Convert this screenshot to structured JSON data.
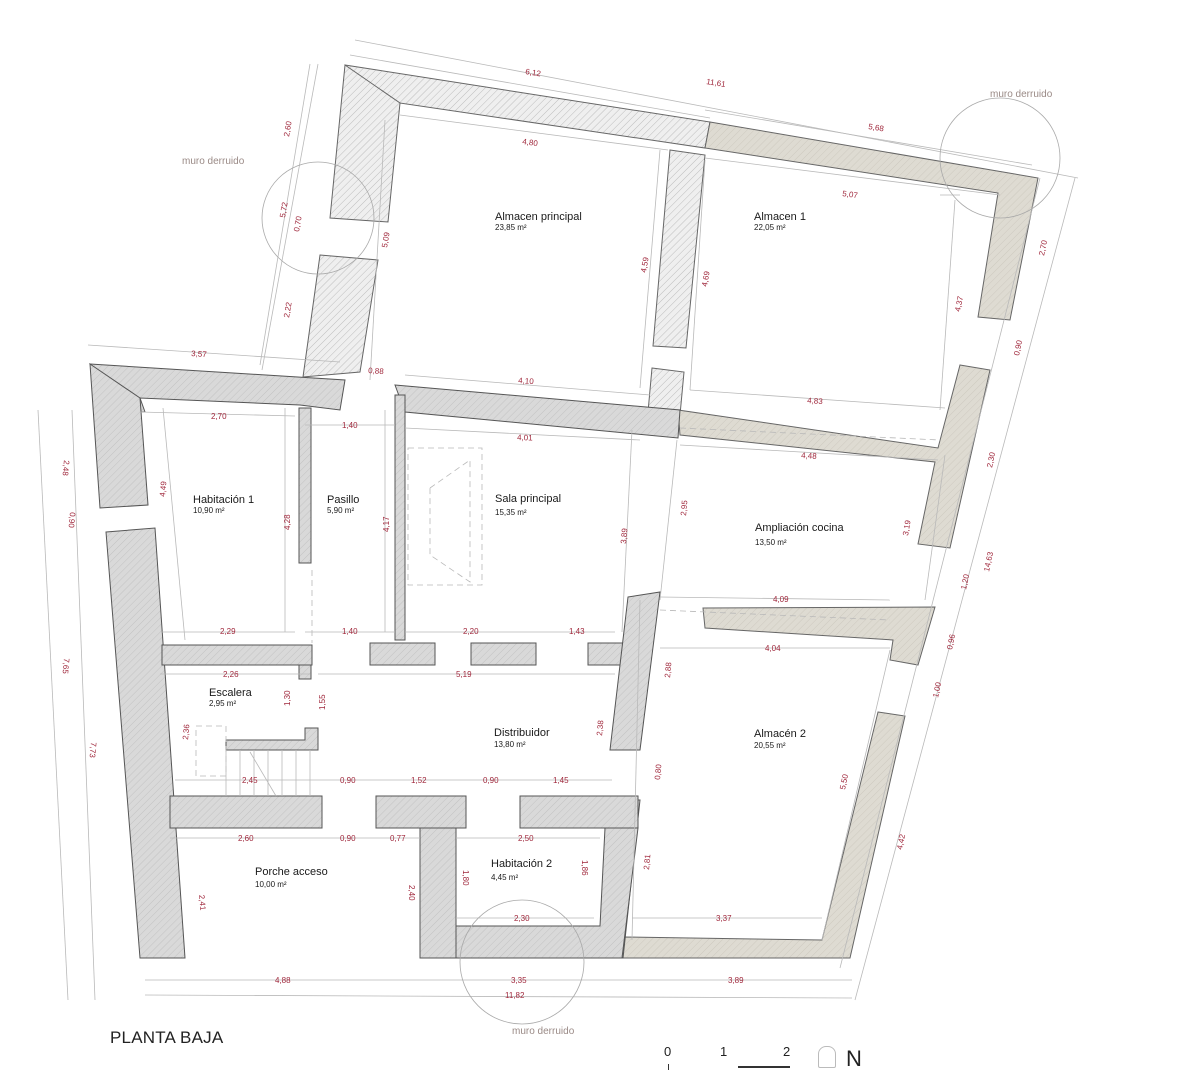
{
  "plan": {
    "title": "PLANTA BAJA",
    "notes": [
      {
        "id": "muro-derruido-top-right",
        "text": "muro derruido"
      },
      {
        "id": "muro-derruido-left",
        "text": "muro derruido"
      },
      {
        "id": "muro-derruido-bottom",
        "text": "muro derruido"
      }
    ],
    "scale": {
      "ticks": [
        "0",
        "1",
        "2"
      ],
      "north_label": "N"
    }
  },
  "rooms": [
    {
      "name": "Almacen principal",
      "area": "23,85 m²"
    },
    {
      "name": "Almacen 1",
      "area": "22,05 m²"
    },
    {
      "name": "Habitación 1",
      "area": "10,90 m²"
    },
    {
      "name": "Pasillo",
      "area": "5,90 m²"
    },
    {
      "name": "Sala principal",
      "area": "15,35 m²"
    },
    {
      "name": "Ampliación cocina",
      "area": "13,50 m²"
    },
    {
      "name": "Escalera",
      "area": "2,95 m²"
    },
    {
      "name": "Distribuidor",
      "area": "13,80 m²"
    },
    {
      "name": "Almacén 2",
      "area": "20,55 m²"
    },
    {
      "name": "Porche acceso",
      "area": "10,00 m²"
    },
    {
      "name": "Habitación 2",
      "area": "4,45 m²"
    }
  ],
  "dimensions": {
    "top_overall": "11,61",
    "top_left": "6,12",
    "top_right": "5,68",
    "almacen_principal_width": "4,80",
    "almacen1_width": "5,07",
    "left_top_height": "2,60",
    "left_opening": "0,70",
    "left_total": "5,72",
    "left_lower": "2,22",
    "almacen_principal_height_left": "5,09",
    "almacen_principal_height_right": "4,59",
    "almacen1_height_left": "4,69",
    "almacen1_height_right": "4,37",
    "right_top": "2,70",
    "right_opening1": "0,90",
    "right_mid": "2,30",
    "right_opening2": "1,20",
    "right_overall": "14,63",
    "right_opening3": "0,96",
    "right_opening4": "1,00",
    "right_bottom": "4,42",
    "left_wing_width": "3,57",
    "opening_0_88": "0,88",
    "almacen_principal_bottom": "4,10",
    "almacen1_bottom": "4,83",
    "hab1_top": "2,70",
    "pasillo_top": "1,40",
    "sala_top": "4,01",
    "cocina_top": "4,48",
    "hab1_height": "4,49",
    "hab1_height_right": "4,28",
    "pasillo_height": "4,17",
    "sala_height": "3,89",
    "cocina_left": "2,95",
    "cocina_right": "3,19",
    "cocina_bottom": "4,09",
    "almacen2_top": "4,04",
    "hab1_bottom": "2,29",
    "pasillo_bottom": "1,40",
    "sala_bottom_left": "2,20",
    "sala_bottom_right": "1,43",
    "escalera_top": "2,26",
    "distribuidor_top": "5,19",
    "escalera_height": "1,30",
    "distribuidor_height_left": "1,55",
    "escalera_left": "2,36",
    "distribuidor_right": "2,38",
    "bottom_row": [
      "2,45",
      "0,90",
      "1,52",
      "0,90",
      "1,45"
    ],
    "almacen2_left_top": "2,88",
    "almacen2_opening": "0,80",
    "almacen2_left_bottom": "2,81",
    "almacen2_right": "5,50",
    "almacen2_bottom": "3,37",
    "porche_top": [
      "2,60",
      "0,90",
      "0,77"
    ],
    "porche_left": "2,41",
    "porche_right": "2,40",
    "hab2_top": "2,50",
    "hab2_left": "1,80",
    "hab2_right": "1,86",
    "hab2_bottom": "2,30",
    "bottom_overall": "11,82",
    "bottom_left": "4,88",
    "bottom_mid": "3,35",
    "bottom_right": "3,89",
    "left_side_upper": "2,48",
    "left_side_opening": "0,90",
    "left_side_overall": "7,65",
    "left_side_lower": "7,73"
  }
}
